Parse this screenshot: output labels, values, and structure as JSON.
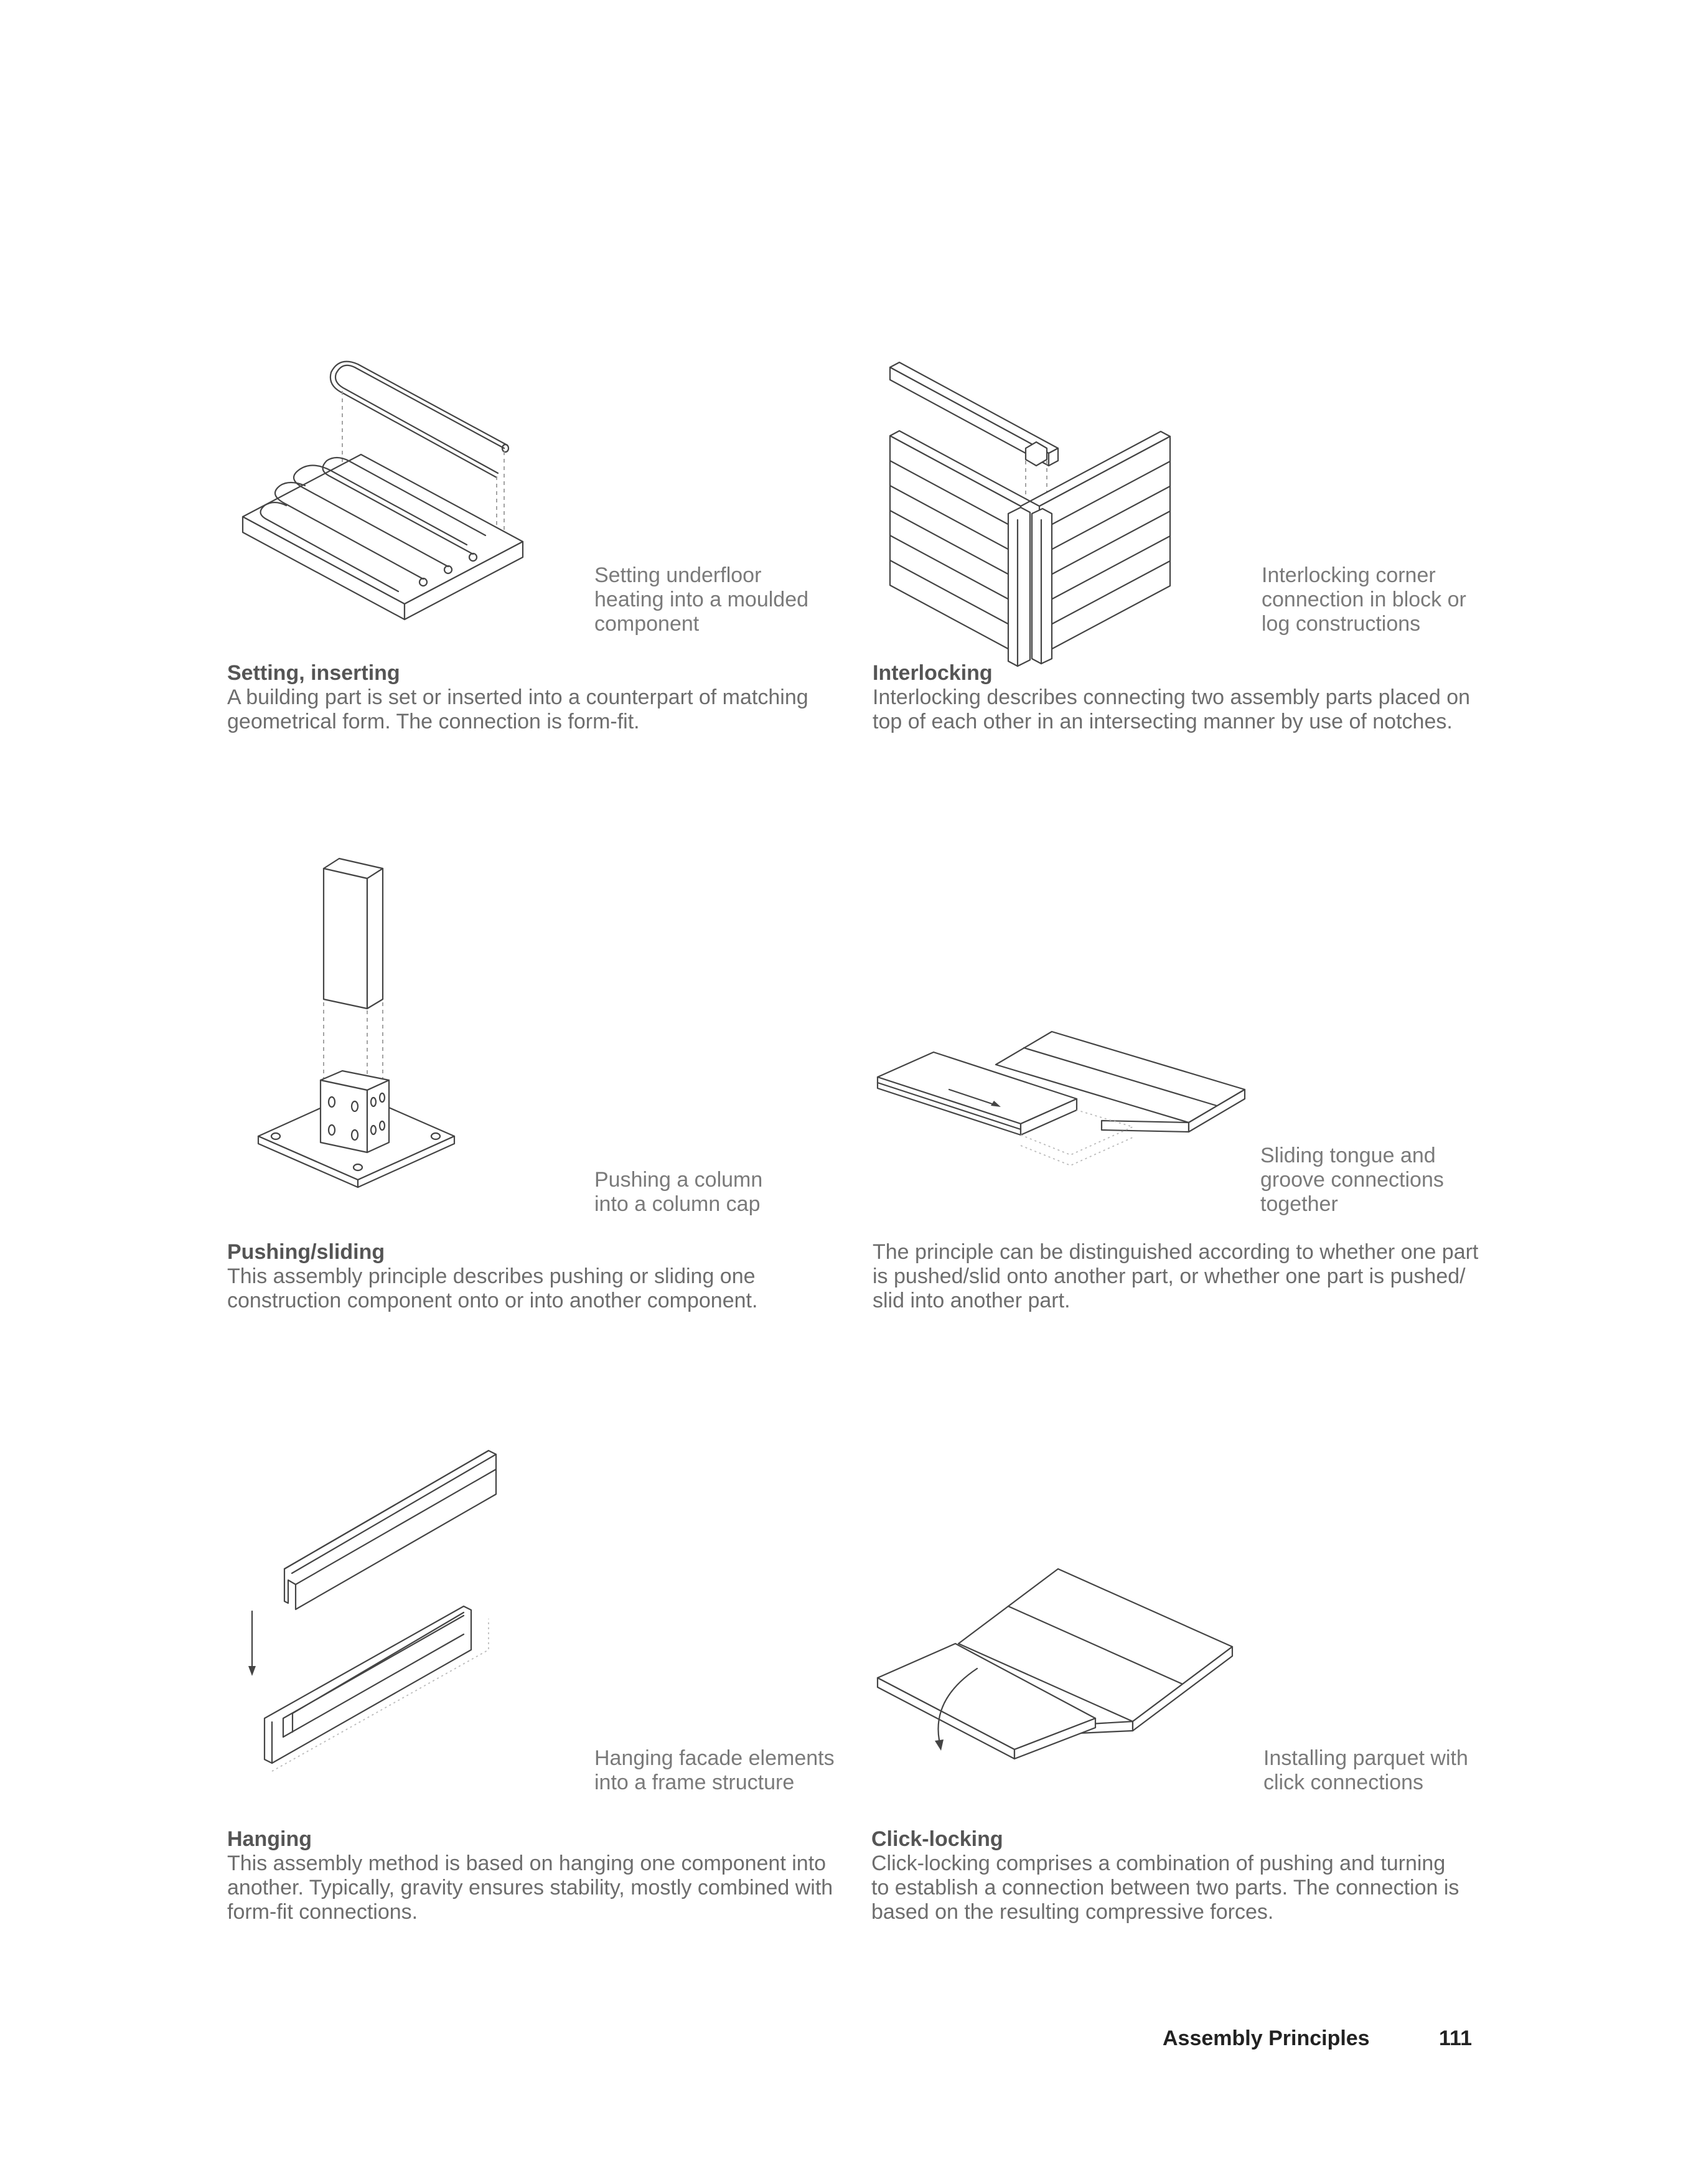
{
  "sections": [
    {
      "title": "Setting, inserting",
      "body": "A building part is set or inserted into a counterpart of matching\ngeometrical form. The connection is form-fit.",
      "caption": "Setting underfloor\nheating into a moulded\ncomponent"
    },
    {
      "title": "Interlocking",
      "body": "Interlocking describes connecting two assembly parts placed on\ntop of each other in an intersecting manner by use of notches.",
      "caption": "Interlocking corner\nconnection in block or\nlog constructions"
    },
    {
      "title": "Pushing/sliding",
      "body": "This assembly principle describes pushing or sliding one\nconstruction component onto or into another component.",
      "caption": "Pushing a column\ninto a column cap"
    },
    {
      "title": "",
      "body": "The principle can be distinguished according to whether one part\nis pushed/slid onto another part, or whether one part is pushed/\nslid into another part.",
      "caption": "Sliding tongue and\ngroove connections\ntogether"
    },
    {
      "title": "Hanging",
      "body": "This assembly method is based on hanging one component into\nanother. Typically, gravity ensures stability, mostly combined with\nform-fit connections.",
      "caption": "Hanging facade elements\ninto a frame structure"
    },
    {
      "title": "Click-locking",
      "body": "Click-locking comprises a combination of pushing and turning\nto establish a connection between two parts. The connection is\nbased on the resulting compressive forces.",
      "caption": "Installing parquet with\nclick connections"
    }
  ],
  "footer": {
    "section_title": "Assembly Principles",
    "page_number": "111"
  }
}
